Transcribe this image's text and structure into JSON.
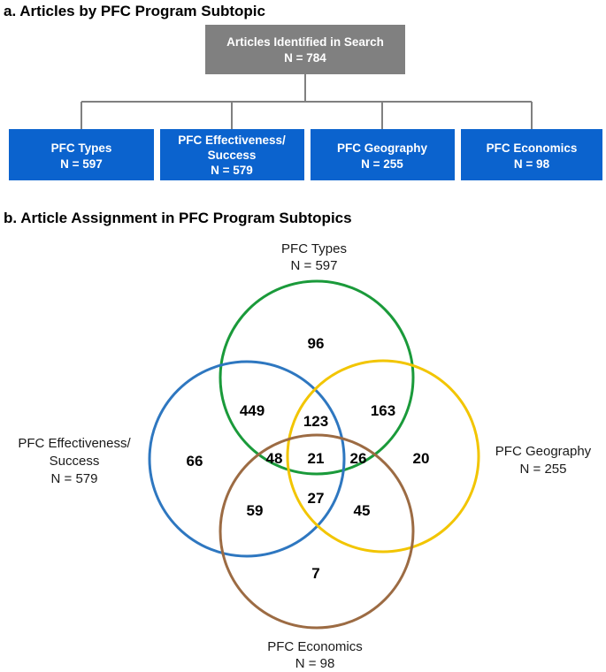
{
  "part_a": {
    "title": "a. Articles by PFC Program Subtopic",
    "root": {
      "line1": "Articles Identified in Search",
      "line2": "N = 784"
    },
    "children": [
      {
        "lines": [
          "PFC Types",
          "N = 597"
        ]
      },
      {
        "lines": [
          "PFC Effectiveness/",
          "Success",
          "N = 579"
        ]
      },
      {
        "lines": [
          "PFC Geography",
          "N = 255"
        ]
      },
      {
        "lines": [
          "PFC Economics",
          "N = 98"
        ]
      }
    ]
  },
  "part_b": {
    "title": "b. Article Assignment in PFC Program Subtopics",
    "sets": [
      {
        "key": "types",
        "lines": [
          "PFC Types",
          "N = 597"
        ],
        "color": "#1a9a3a"
      },
      {
        "key": "effectiveness",
        "lines": [
          "PFC Effectiveness/",
          "Success",
          "N = 579"
        ],
        "color": "#2e77c0"
      },
      {
        "key": "geography",
        "lines": [
          "PFC Geography",
          "N = 255"
        ],
        "color": "#f2c500"
      },
      {
        "key": "economics",
        "lines": [
          "PFC Economics",
          "N = 98"
        ],
        "color": "#9c6b43"
      }
    ],
    "regions": [
      {
        "sets": [
          "types"
        ],
        "count": "96"
      },
      {
        "sets": [
          "types",
          "effectiveness"
        ],
        "count": "449"
      },
      {
        "sets": [
          "types",
          "geography"
        ],
        "count": "163"
      },
      {
        "sets": [
          "types",
          "effectiveness",
          "geography"
        ],
        "count": "123"
      },
      {
        "sets": [
          "effectiveness"
        ],
        "count": "66"
      },
      {
        "sets": [
          "types",
          "effectiveness",
          "economics"
        ],
        "count": "48"
      },
      {
        "sets": [
          "types",
          "effectiveness",
          "geography",
          "economics"
        ],
        "count": "21"
      },
      {
        "sets": [
          "types",
          "geography",
          "economics"
        ],
        "count": "26"
      },
      {
        "sets": [
          "geography"
        ],
        "count": "20"
      },
      {
        "sets": [
          "effectiveness",
          "economics"
        ],
        "count": "59"
      },
      {
        "sets": [
          "effectiveness",
          "geography",
          "economics"
        ],
        "count": "27"
      },
      {
        "sets": [
          "geography",
          "economics"
        ],
        "count": "45"
      },
      {
        "sets": [
          "economics"
        ],
        "count": "7"
      }
    ]
  },
  "colors": {
    "root_box": "#808080",
    "child_box": "#0b63ce",
    "connector": "#808080"
  }
}
